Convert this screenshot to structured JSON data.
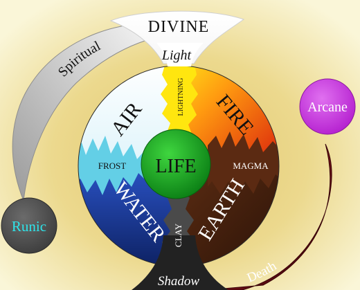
{
  "labels": {
    "divine": "DIVINE",
    "spiritual": "Spiritual",
    "light": "Light",
    "lightning": "LIGHTNING",
    "air": "AIR",
    "fire": "FIRE",
    "frost": "FROST",
    "life": "LIFE",
    "magma": "MAGMA",
    "water": "WATER",
    "earth": "EARTH",
    "clay": "CLAY",
    "shadow": "Shadow",
    "death": "Death",
    "arcane": "Arcane",
    "runic": "Runic"
  },
  "colors": {
    "background_center": "#e8d58a",
    "background_edge": "#f7f3cf",
    "divine": "#ffffff",
    "spiritual": "#c9c9c9",
    "air": "#f4fbff",
    "frost": "#64d3ea",
    "fire": "#f3551a",
    "fire_light": "#ffd21c",
    "magma": "#5a2812",
    "earth": "#3b1d0e",
    "water": "#1d3a9e",
    "life": "#14a01c",
    "shadow": "#2a2a2a",
    "death": "#7a0f17",
    "arcane": "#cc33e0",
    "runic": "#555555",
    "runic_text": "#28e0e6"
  }
}
